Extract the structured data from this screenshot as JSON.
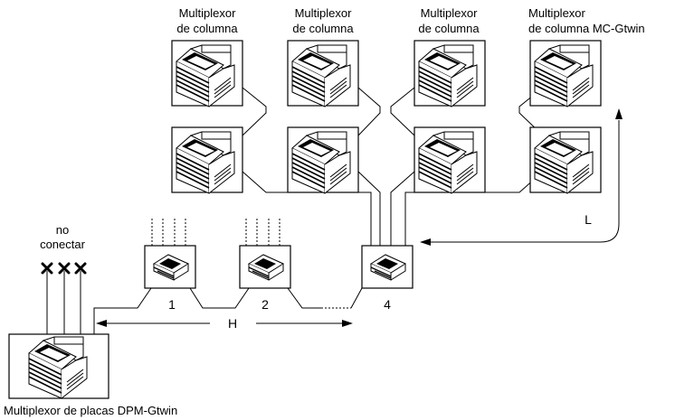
{
  "column_multiplexers": [
    {
      "label_line1": "Multiplexor",
      "label_line2": "de columna"
    },
    {
      "label_line1": "Multiplexor",
      "label_line2": "de columna"
    },
    {
      "label_line1": "Multiplexor",
      "label_line2": "de columna"
    },
    {
      "label_line1": "Multiplexor",
      "label_line2": "de columna MC-Gtwin"
    }
  ],
  "not_connect": {
    "line1": "no",
    "line2": "conectar"
  },
  "nodes": [
    {
      "number": "1"
    },
    {
      "number": "2"
    },
    {
      "number": "4"
    }
  ],
  "distance_h": "H",
  "distance_l": "L",
  "panel_multiplexer_label": "Multiplexor de placas DPM-Gtwin"
}
